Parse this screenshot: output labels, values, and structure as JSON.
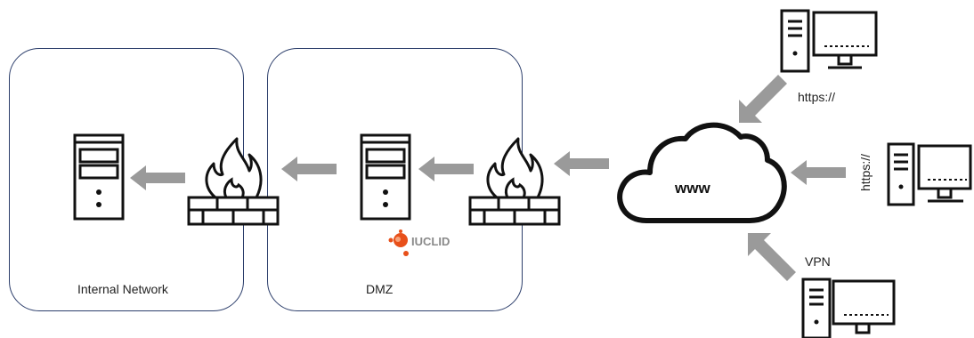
{
  "zones": {
    "internal": {
      "label": "Internal Network"
    },
    "dmz": {
      "label": "DMZ"
    }
  },
  "cloud": {
    "label": "www"
  },
  "branding": {
    "logo_text": "IUCLID"
  },
  "connections": {
    "top_client": "https://",
    "right_client": "https://",
    "bottom_client": "VPN"
  },
  "colors": {
    "zone_border": "#2c3e6b",
    "arrow": "#9a9a9a",
    "logo_orange": "#e8501a",
    "logo_text": "#8a8a8a"
  }
}
